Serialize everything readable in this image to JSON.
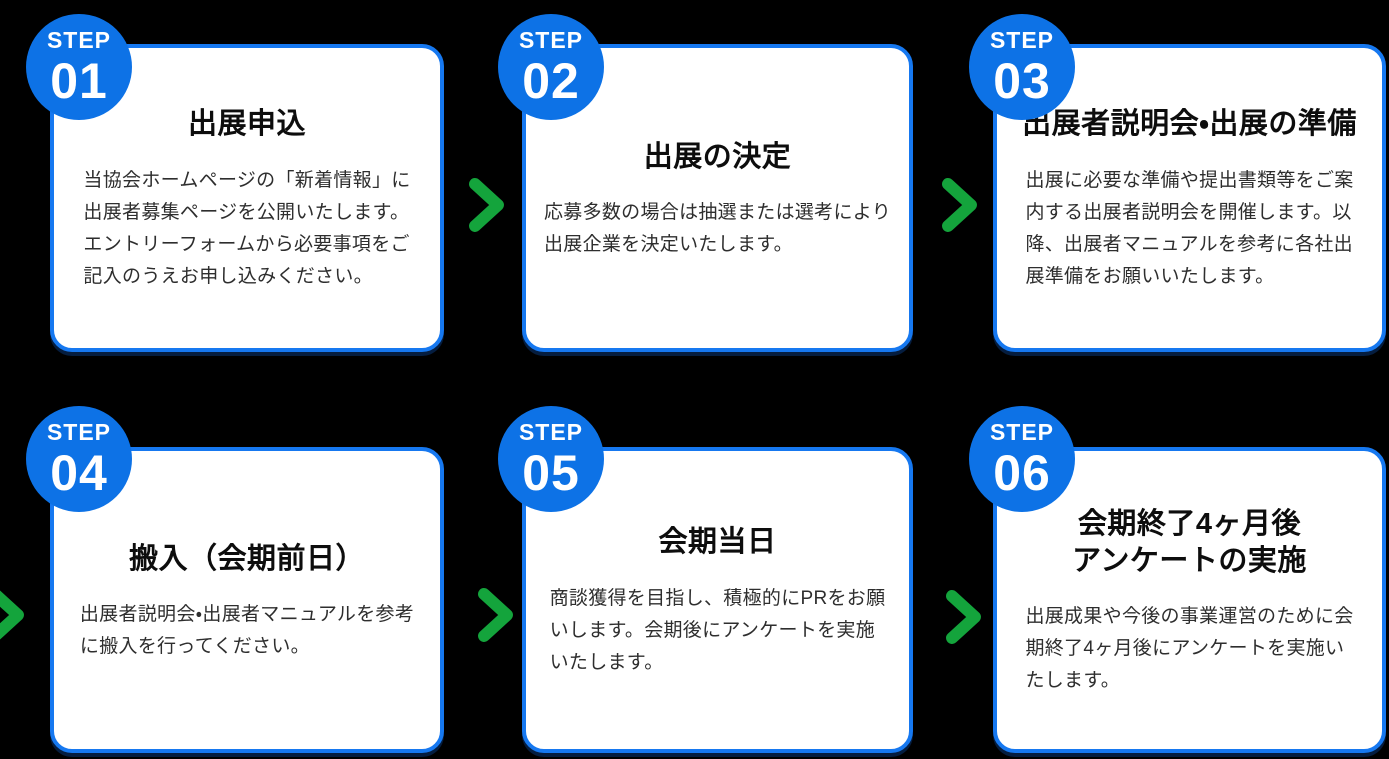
{
  "colors": {
    "accent_blue": "#1678F0",
    "badge_blue": "#0D72E6",
    "arrow_green": "#14A43C",
    "card_bg": "#FFFFFF",
    "page_bg": "#000000",
    "title_text": "#0D0D0D",
    "body_text": "#2E2E2E"
  },
  "diagram": {
    "badge_label": "STEP",
    "steps": [
      {
        "number": "01",
        "title": "出展申込",
        "body": "当協会ホームページの「新着情報」に\n出展者募集ページを公開いたします。\nエントリーフォームから必要事項をご\n記入のうえお申し込みください。"
      },
      {
        "number": "02",
        "title": "出展の決定",
        "body": "応募多数の場合は抽選または選考により\n出展企業を決定いたします。"
      },
      {
        "number": "03",
        "title": "出展者説明会・出展の準備",
        "body": "出展に必要な準備や提出書類等をご案\n内する出展者説明会を開催します。以\n降、出展者マニュアルを参考に各社出\n展準備をお願いいたします。"
      },
      {
        "number": "04",
        "title": "搬入（会期前日）",
        "body": "出展者説明会・出展者マニュアルを参考\nに搬入を行ってください。"
      },
      {
        "number": "05",
        "title": "会期当日",
        "body": "商談獲得を目指し、積極的にPRをお願\nいします。会期後にアンケートを実施\nいたします。"
      },
      {
        "number": "06",
        "title": "会期終了4ヶ月後\nアンケートの実施",
        "body": "出展成果や今後の事業運営のために会\n期終了4ヶ月後にアンケートを実施い\nたします。"
      }
    ]
  }
}
